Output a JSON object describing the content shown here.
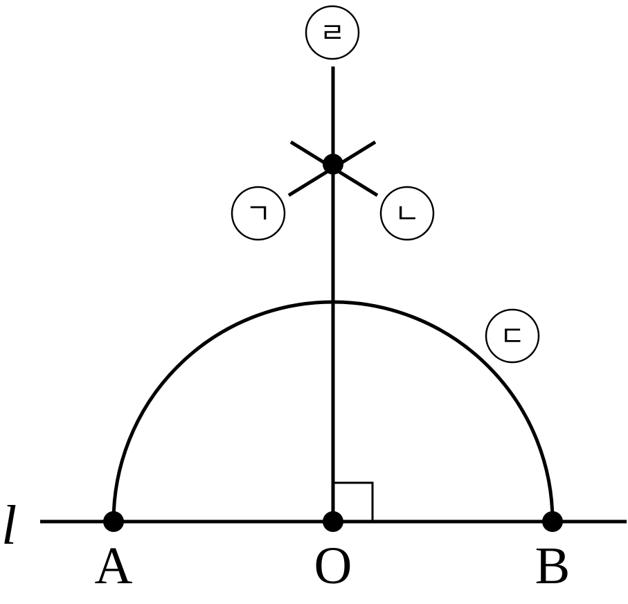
{
  "line_label": "l",
  "points": {
    "A": "A",
    "O": "O",
    "B": "B"
  },
  "markers": {
    "giyeok": "ㄱ",
    "nieun": "ㄴ",
    "digeut": "ㄷ",
    "rieul": "ㄹ"
  },
  "colors": {
    "stroke": "#000000",
    "background": "#ffffff"
  }
}
